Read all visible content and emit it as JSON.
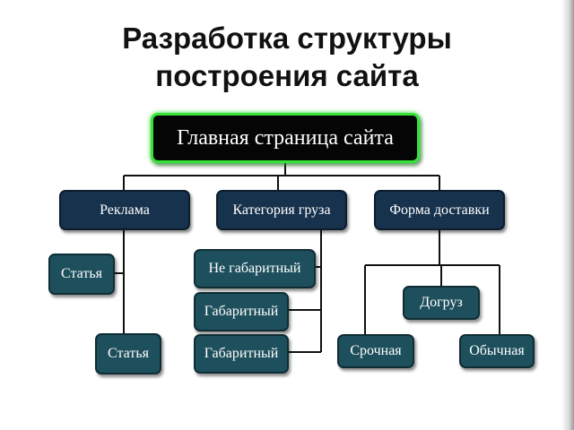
{
  "slide": {
    "title_line1": "Разработка структуры",
    "title_line2": "построения сайта"
  },
  "diagram": {
    "root": "Главная страница сайта",
    "advertising": {
      "label": "Реклама",
      "children": [
        "Статья",
        "Статья"
      ]
    },
    "cargo_category": {
      "label": "Категория груза",
      "children": [
        "Не габаритный",
        "Габаритный",
        "Габаритный"
      ]
    },
    "delivery_form": {
      "label": "Форма доставки",
      "children": [
        "Догруз",
        "Срочная",
        "Обычная"
      ]
    }
  },
  "colors": {
    "root_fill": "#050505",
    "root_border": "#36e23a",
    "category_fill": "#17324d",
    "leaf_fill": "#1d4f5c",
    "connector": "#111111"
  }
}
